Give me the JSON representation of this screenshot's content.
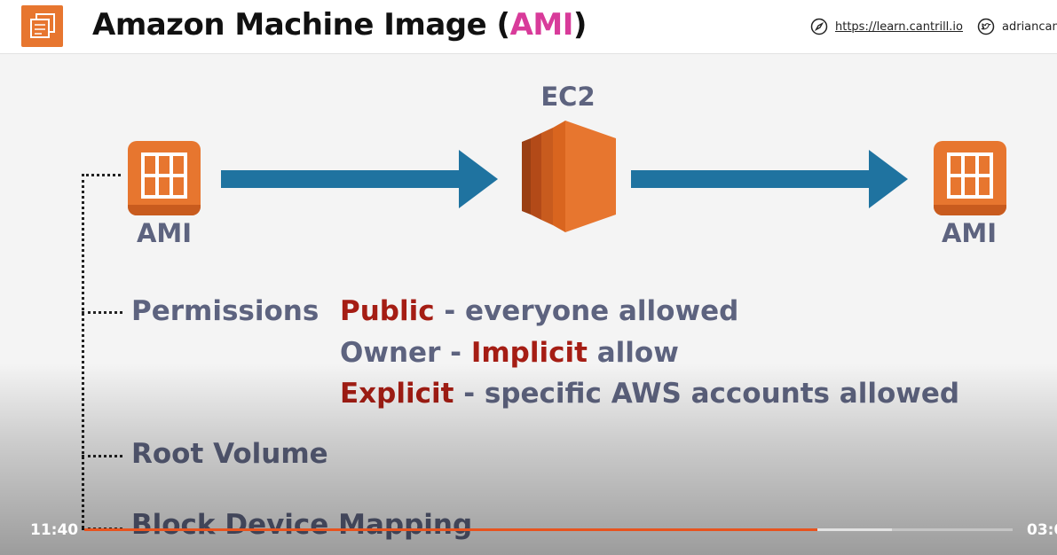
{
  "header": {
    "title_prefix": "Amazon Machine Image (",
    "title_accent": "AMI",
    "title_suffix": ")",
    "link": "https://learn.cantrill.io",
    "twitter": "adriancan",
    "link_icon": "compass-icon",
    "twitter_icon": "twitter-icon"
  },
  "diagram": {
    "ami_left_label": "AMI",
    "ec2_label": "EC2",
    "ami_right_label": "AMI",
    "tree": {
      "permissions": "Permissions",
      "root_volume": "Root Volume",
      "block_device_mapping": "Block Device Mapping"
    },
    "permission_lines": {
      "line1_red": "Public",
      "line1_rest": " - everyone allowed",
      "line2_start": "Owner - ",
      "line2_red": "Implicit",
      "line2_end": " allow",
      "line3_red": "Explicit",
      "line3_rest": " - specific AWS accounts allowed"
    }
  },
  "player": {
    "current_time": "11:40",
    "total_time": "03:0",
    "progress": 0.79,
    "buffered": 0.87
  },
  "colors": {
    "aws_orange": "#e7762f",
    "accent_pink": "#d83b9a",
    "arrow_blue": "#1f73a0",
    "label_gray": "#5d637f",
    "highlight_red": "#a51d14",
    "progress_orange": "#e8531e"
  }
}
